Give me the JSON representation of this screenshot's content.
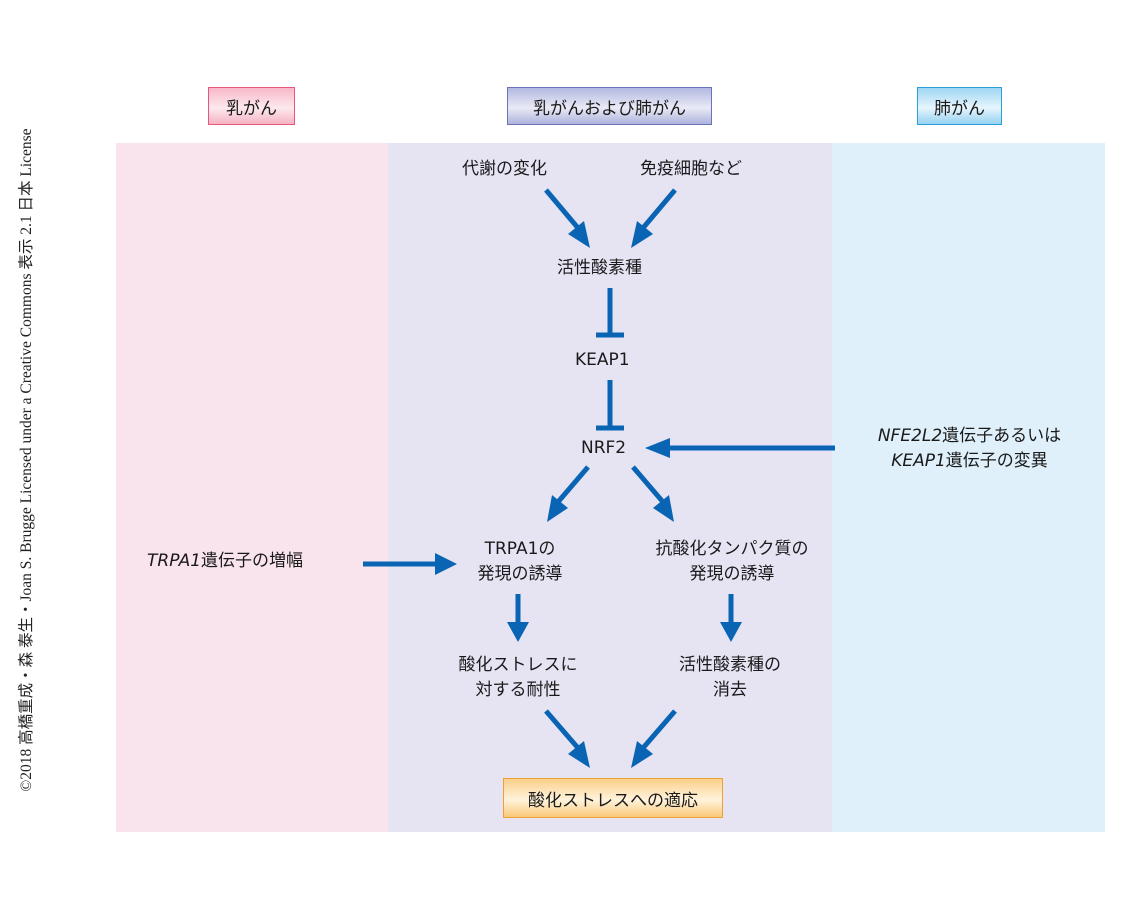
{
  "credit": "©2018 高橋重成・森 泰生・Joan S. Brugge Licensed under a Creative Commons 表示 2.1 日本 License",
  "headers": {
    "breast": "乳がん",
    "both": "乳がんおよび肺がん",
    "lung": "肺がん"
  },
  "nodes": {
    "metabolism": "代謝の変化",
    "immune": "免疫細胞など",
    "ros": "活性酸素種",
    "keap1": "KEAP1",
    "nrf2": "NRF2",
    "mutation_gene1": "NFE2L2",
    "mutation_line1_rest": "遺伝子あるいは",
    "mutation_gene2": "KEAP1",
    "mutation_line2_rest": "遺伝子の変異",
    "trpa1_amp_gene": "TRPA1",
    "trpa1_amp_rest": "遺伝子の増幅",
    "trpa1_expr_line1": "TRPA1の",
    "trpa1_expr_line2": "発現の誘導",
    "antiox_line1": "抗酸化タンパク質の",
    "antiox_line2": "発現の誘導",
    "resist_line1": "酸化ストレスに",
    "resist_line2": "対する耐性",
    "scav_line1": "活性酸素種の",
    "scav_line2": "消去",
    "adaptation": "酸化ストレスへの適応"
  },
  "colors": {
    "arrow": "#0a64b4",
    "breast_panel": "#f9e4ee",
    "both_panel": "#e6e4f3",
    "lung_panel": "#dff0fa",
    "adaptation_border": "#f0a030"
  },
  "edges": [
    {
      "from": "metabolism",
      "to": "ros",
      "type": "activation"
    },
    {
      "from": "immune",
      "to": "ros",
      "type": "activation"
    },
    {
      "from": "ros",
      "to": "keap1",
      "type": "inhibition"
    },
    {
      "from": "keap1",
      "to": "nrf2",
      "type": "inhibition"
    },
    {
      "from": "mutation",
      "to": "nrf2",
      "type": "activation"
    },
    {
      "from": "nrf2",
      "to": "trpa1_expr",
      "type": "activation"
    },
    {
      "from": "nrf2",
      "to": "antiox",
      "type": "activation"
    },
    {
      "from": "trpa1_amp",
      "to": "trpa1_expr",
      "type": "activation"
    },
    {
      "from": "trpa1_expr",
      "to": "resist",
      "type": "activation"
    },
    {
      "from": "antiox",
      "to": "scav",
      "type": "activation"
    },
    {
      "from": "resist",
      "to": "adaptation",
      "type": "activation"
    },
    {
      "from": "scav",
      "to": "adaptation",
      "type": "activation"
    }
  ]
}
